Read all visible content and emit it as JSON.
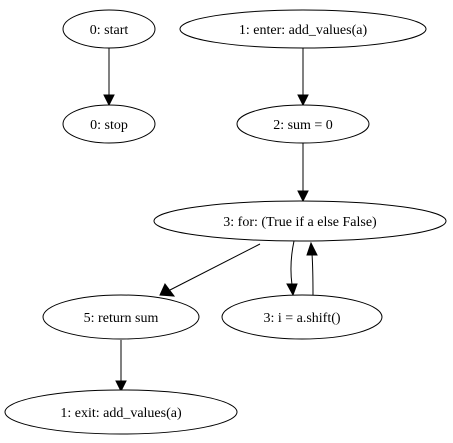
{
  "diagram": {
    "nodes": [
      {
        "id": "n_start",
        "label": "0: start"
      },
      {
        "id": "n_stop",
        "label": "0: stop"
      },
      {
        "id": "n_enter",
        "label": "1: enter: add_values(a)"
      },
      {
        "id": "n_sum0",
        "label": "2: sum = 0"
      },
      {
        "id": "n_for",
        "label": "3: for: (True if a else False)"
      },
      {
        "id": "n_return",
        "label": "5: return sum"
      },
      {
        "id": "n_shift",
        "label": "3: i = a.shift()"
      },
      {
        "id": "n_exit",
        "label": "1: exit: add_values(a)"
      }
    ],
    "edges": [
      {
        "from": "n_start",
        "to": "n_stop"
      },
      {
        "from": "n_enter",
        "to": "n_sum0"
      },
      {
        "from": "n_sum0",
        "to": "n_for"
      },
      {
        "from": "n_for",
        "to": "n_return"
      },
      {
        "from": "n_for",
        "to": "n_shift"
      },
      {
        "from": "n_shift",
        "to": "n_for"
      },
      {
        "from": "n_return",
        "to": "n_exit"
      }
    ]
  }
}
